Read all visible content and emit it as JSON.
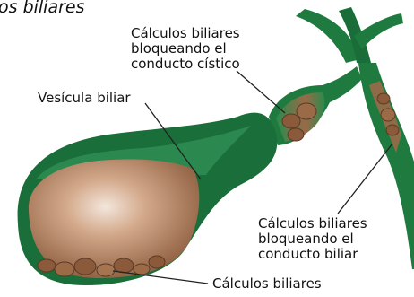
{
  "title": "os biliares",
  "labels": {
    "cystic_duct": [
      "Cálculos biliares",
      "bloqueando el",
      "conducto cístico"
    ],
    "gallbladder": "Vesícula biliar",
    "bile_duct": [
      "Cálculos biliares",
      "bloqueando el",
      "conducto biliar"
    ],
    "stones": "Cálculos biliares"
  },
  "colors": {
    "duct_green": "#1f7a3f",
    "dark_green": "#0e5a2c",
    "stone_brown": "#8a5a3b",
    "interior_tan": "#c8997a",
    "leader_line": "#222222"
  }
}
